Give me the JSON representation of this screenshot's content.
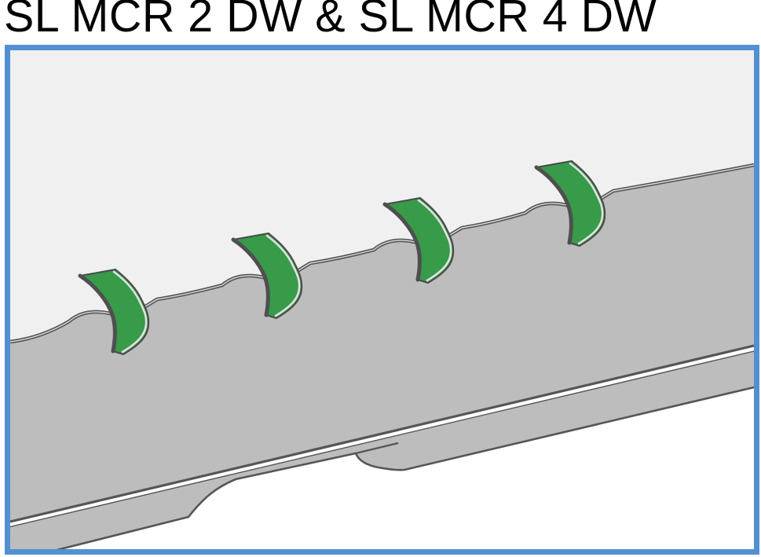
{
  "title": "SL MCR 2 DW & SL MCR 4 DW",
  "illustration": {
    "description": "Metal profile sheet shown in perspective with four green retaining clips hooked over its upper folded edge",
    "clip_count": 4,
    "colors": {
      "page_bg": "#ffffff",
      "title_color": "#000000",
      "border": "#5390d2",
      "background": "#f0f0f0",
      "sheet": "#bdbdbd",
      "outline": "#565656",
      "highlight": "#e2e2e2",
      "clip_green": "#379b4a"
    }
  }
}
